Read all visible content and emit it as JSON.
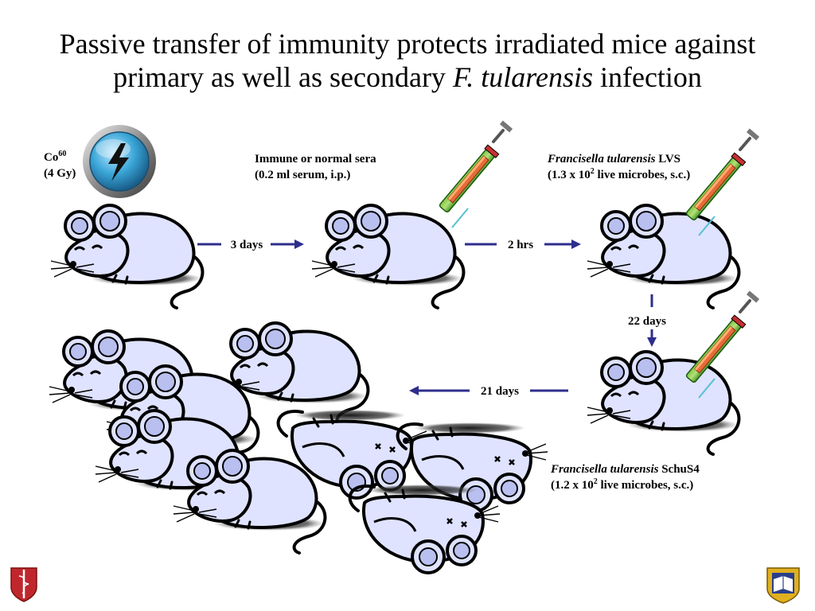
{
  "title": {
    "line1": "Passive transfer of immunity protects irradiated mice against",
    "line2_pre": "primary as well as secondary ",
    "line2_italic": "F. tularensis",
    "line2_post": " infection"
  },
  "irradiation": {
    "element": "Co",
    "superscript": "60",
    "dose": "(4 Gy)",
    "icon": "radiation-lightning-icon"
  },
  "sera": {
    "line1": "Immune or normal sera",
    "line2": "(0.2 ml serum, i.p.)"
  },
  "lvs": {
    "organism": "Francisella tularensis",
    "strain": " LVS",
    "dose_pre": "(1.3 x 10",
    "dose_exp": "2",
    "dose_post": " live microbes, s.c.)"
  },
  "schus4": {
    "organism": "Francisella tularensis",
    "strain": " SchuS4",
    "dose_pre": "(1.2 x 10",
    "dose_exp": "2",
    "dose_post": " live microbes, s.c.)"
  },
  "intervals": {
    "step1": "3 days",
    "step2": "2 hrs",
    "step3": "22 days",
    "step4": "21 days"
  },
  "colors": {
    "mouse_fill": "#dfe3ff",
    "mouse_inner": "#b9c0f0",
    "arrow": "#2e2e8c",
    "badge": "#3aa6d8"
  }
}
